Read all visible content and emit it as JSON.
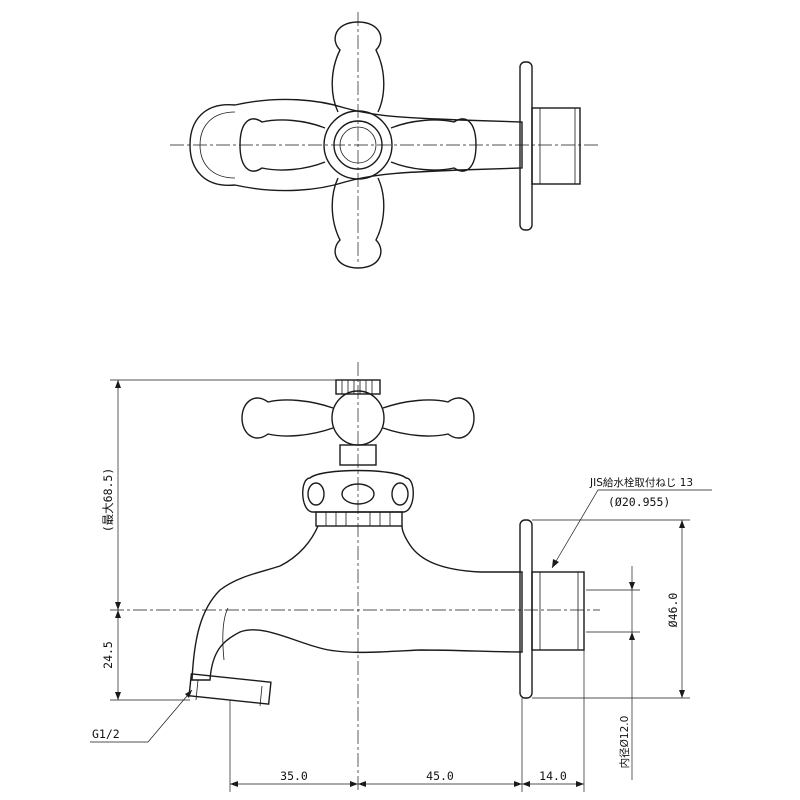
{
  "labels": {
    "max_height": "(最大68.5)",
    "outlet_height": "24.5",
    "thread_name": "JIS給水栓取付ねじ 13",
    "thread_diameter": "(Ø20.955)",
    "flange_diameter": "Ø46.0",
    "inner_diameter": "内径Ø12.0",
    "outlet_thread": "G1/2",
    "dim_35": "35.0",
    "dim_45": "45.0",
    "dim_14": "14.0"
  }
}
